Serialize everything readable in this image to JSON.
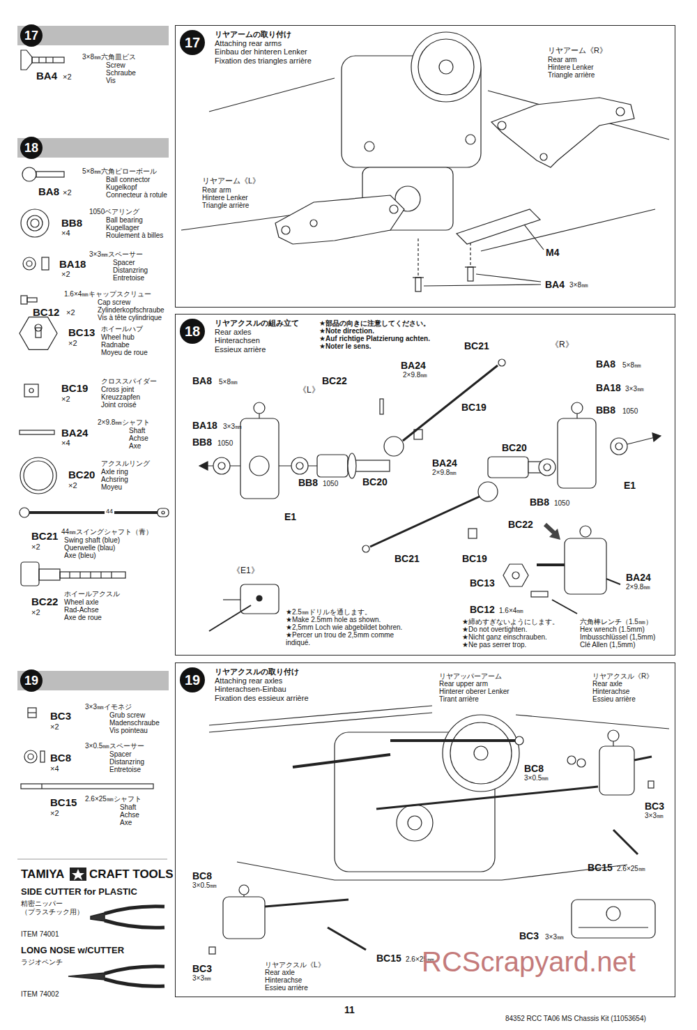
{
  "diagram": {
    "nodes": [
      {
        "text": [
          "17"
        ]
      },
      {
        "text": [
          "17",
          "リヤアームの取り付け",
          "Attaching rear arms",
          "Einbau der hinteren Lenker",
          "Fixation des triangles arrière"
        ]
      },
      {
        "text": [
          "18"
        ]
      },
      {
        "text": [
          "18",
          "リヤアクスルの組み立て",
          "Rear axles",
          "Hinterachsen",
          "Essieux arrière"
        ]
      },
      {
        "text": [
          "19"
        ]
      },
      {
        "text": [
          "19",
          "リヤアクスルの取り付け",
          "Attaching rear axles",
          "Hinterachsen-Einbau",
          "Fixation des essieux arrière"
        ]
      }
    ],
    "labels": [
      "BA4",
      "×2",
      "3×8㎜六角皿ビス",
      "Screw",
      "Schraube",
      "Vis",
      "BA8",
      "×2",
      "5×8㎜六角ピローボール",
      "Ball connector",
      "Kugelkopf",
      "Connecteur à rotule",
      "BB8",
      "×4",
      "1050ベアリング",
      "Ball bearing",
      "Kugellager",
      "Roulement à billes",
      "BA18",
      "×2",
      "3×3㎜スペーサー",
      "Spacer",
      "Distanzring",
      "Entretoise",
      "BC12",
      "×2",
      "1.6×4㎜キャップスクリュー",
      "Cap screw",
      "Zylinderkopfschraube",
      "Vis à tête cylindrique",
      "BC13",
      "×2",
      "ホイールハブ",
      "Wheel hub",
      "Radnabe",
      "Moyeu de roue",
      "BC19",
      "×2",
      "クロススパイダー",
      "Cross joint",
      "Kreuzzapfen",
      "Joint croisé",
      "BA24",
      "×4",
      "2×9.8㎜シャフト",
      "Shaft",
      "Achse",
      "Axe",
      "BC20",
      "×2",
      "アクスルリング",
      "Axle ring",
      "Achsring",
      "Moyeu",
      "44",
      "BC21",
      "×2",
      "44㎜スイングシャフト（青）",
      "Swing shaft (blue)",
      "Querwelle (blau)",
      "Axe (bleu)",
      "BC22",
      "×2",
      "ホイールアクスル",
      "Wheel axle",
      "Rad-Achse",
      "Axe de roue",
      "BC3",
      "×2",
      "3×3㎜イモネジ",
      "Grub screw",
      "Madenschraube",
      "Vis pointeau",
      "BC8",
      "×4",
      "3×0.5㎜スペーサー",
      "Spacer",
      "Distanzring",
      "Entretoise",
      "BC15",
      "×2",
      "2.6×25㎜シャフト",
      "Shaft",
      "Achse",
      "Axe",
      "TAMIYA",
      "CRAFT TOOLS",
      "SIDE CUTTER for PLASTIC",
      "精密ニッパー",
      "（プラスチック用）",
      "ITEM 74001",
      "LONG NOSE w/CUTTER",
      "ラジオペンチ",
      "ITEM 74002",
      "リヤアーム《R》",
      "Rear arm",
      "Hintere Lenker",
      "Triangle arrière",
      "リヤアーム《L》",
      "Rear arm",
      "Hintere Lenker",
      "Triangle arrière",
      "M4",
      "BA4",
      "3×8㎜",
      "★部品の向きに注意してください。",
      "★Note direction.",
      "★Auf richtige Platzierung achten.",
      "★Noter le sens.",
      "BC21",
      "《R》",
      "BA8",
      "5×8㎜",
      "BA18",
      "3×3㎜",
      "BB8",
      "1050",
      "BA24",
      "2×9.8㎜",
      "《L》",
      "BA8",
      "5×8㎜",
      "BC22",
      "BC19",
      "BA18",
      "3×3㎜",
      "BB8",
      "1050",
      "BC20",
      "BA24",
      "2×9.8㎜",
      "BC20",
      "BB8",
      "1050",
      "E1",
      "BB8",
      "1050",
      "E1",
      "BC22",
      "BC21",
      "BC19",
      "《E1》",
      "BA24",
      "2×9.8㎜",
      "BC13",
      "BC12",
      "1.6×4㎜",
      "★2.5㎜ドリルを通します。",
      "★Make 2.5mm hole as shown.",
      "★2,5mm Loch wie abgebildet bohren.",
      "★Percer un trou de 2,5mm comme",
      "indiqué.",
      "★締めすぎないようにします。",
      "★Do not overtighten.",
      "★Nicht ganz einschrauben.",
      "★Ne pas serrer trop.",
      "六角棒レンチ（1.5㎜）",
      "Hex wrench (1.5mm)",
      "Imbusschlüssel (1,5mm)",
      "Clé Allen (1,5mm)",
      "リヤアッパーアーム",
      "Rear upper arm",
      "Hinterer oberer Lenker",
      "Tirant arrière",
      "リヤアクスル《R》",
      "Rear axle",
      "Hinterachse",
      "Essieu arrière",
      "BC8",
      "3×0.5㎜",
      "BC3",
      "3×3㎜",
      "BC15",
      "2.6×25㎜",
      "BC8",
      "3×0.5㎜",
      "BC15",
      "2.6×25㎜",
      "BC3",
      "3×3㎜",
      "リヤアクスル《L》",
      "Rear axle",
      "Hinterachse",
      "Essieu arrière",
      "BC3",
      "3×3㎜",
      "11",
      "84352 RCC TA06 MS Chassis Kit (11053654)",
      "RCScrapyard.net"
    ]
  }
}
